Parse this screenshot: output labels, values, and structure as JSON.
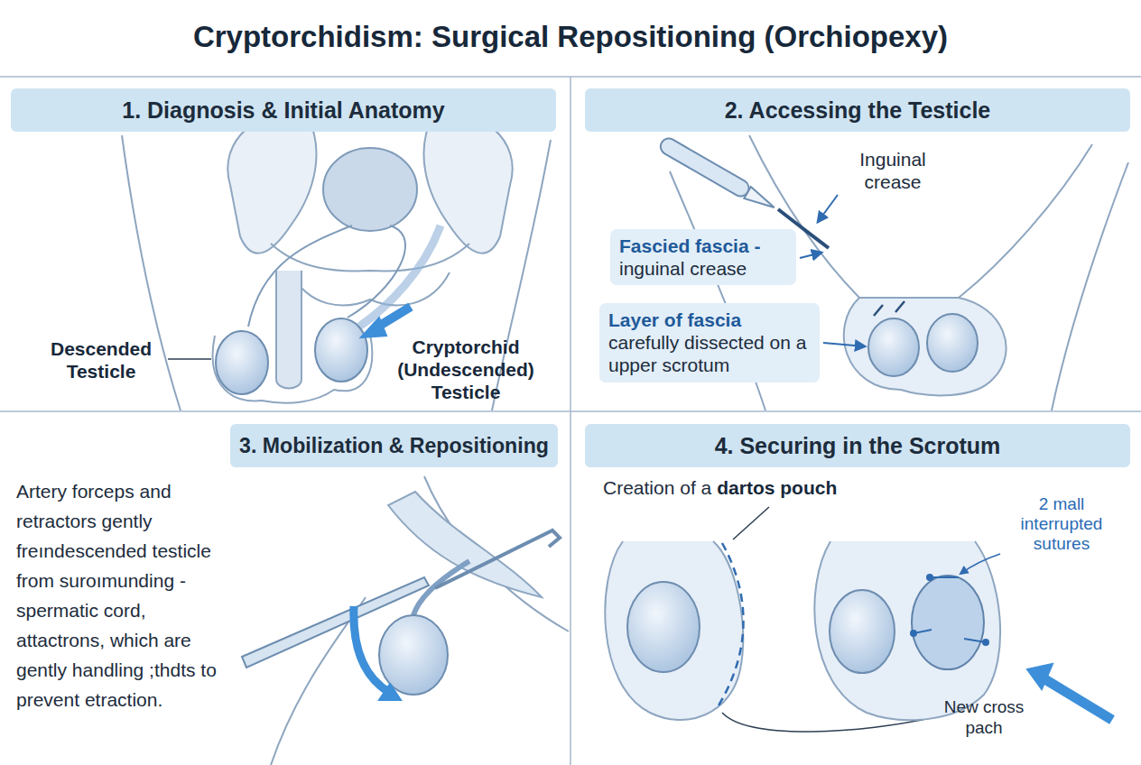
{
  "diagram": {
    "title": "Cryptorchidism: Surgical Repositioning (Orchiopexy)",
    "nodes": [
      {
        "text": [
          "1. Diagnosis & Initial Anatomy"
        ]
      },
      {
        "text": [
          "2. Accessing the Testicle"
        ]
      },
      {
        "text": [
          "Fascied fascia -",
          "inguinal crease"
        ]
      },
      {
        "text": [
          "Layer of fascia",
          "carefully dissected on a upper scrotum"
        ]
      },
      {
        "text": [
          "3. Mobilization & Repositioning"
        ]
      },
      {
        "text": [
          "4. Securing in the Scrotum"
        ]
      }
    ],
    "labels": [
      "Descended Testicle",
      "Cryptorchid (Undescended) Testicle",
      "Inguinal crease",
      "Artery forceps and retractors gently freındescended testicle from suroımunding - spermatic cord, attactrons, which are gently handling ;thdts to prevent etraction.",
      "Creation of a",
      "dartos pouch",
      "2 mall interrupted sutures",
      "New cross pach"
    ]
  }
}
